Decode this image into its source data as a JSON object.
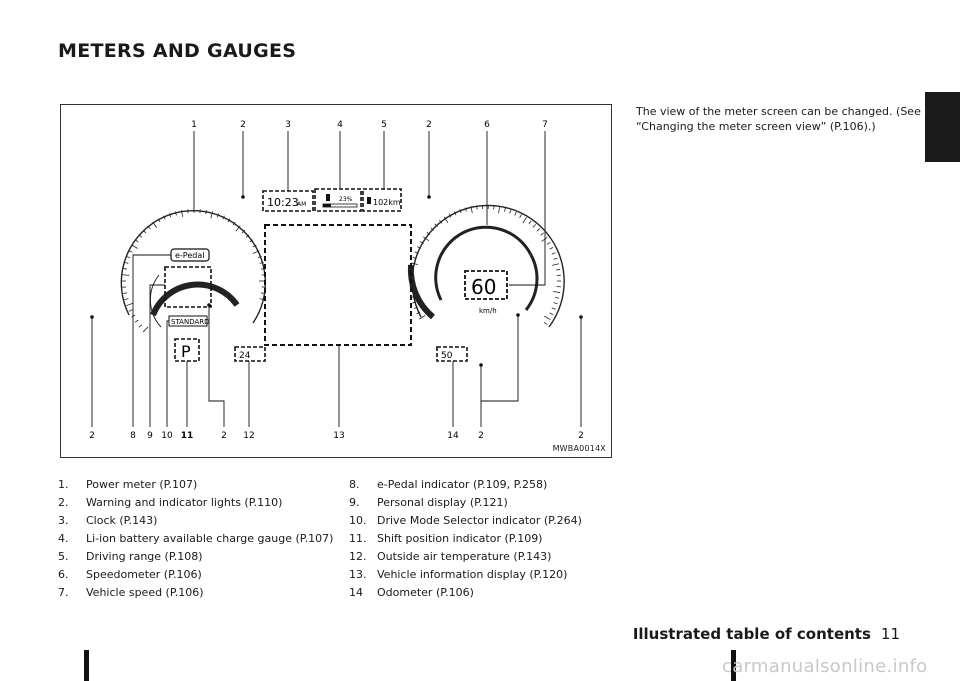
{
  "page": {
    "title": "METERS AND GAUGES",
    "footer_section": "Illustrated table of contents",
    "page_number": "11",
    "watermark": "carmanualsonline.info"
  },
  "side_note": "The view of the meter screen can be changed. (See “Changing the meter screen view” (P.106).)",
  "figure": {
    "code": "MWBA0014X",
    "clock": "10:23",
    "clock_suffix": "AM",
    "battery_pct": "23%",
    "range": "102km",
    "speed": "60",
    "speed_unit": "km/h",
    "epedal": "e-Pedal",
    "drive_mode": "STANDARD",
    "shift": "P",
    "temperature": "24",
    "odometer": "50",
    "top_callouts": [
      "1",
      "2",
      "3",
      "4",
      "5",
      "2",
      "6",
      "7"
    ],
    "bottom_callouts": [
      "2",
      "8",
      "9",
      "10",
      "11",
      "2",
      "12",
      "13",
      "14",
      "2",
      "2"
    ]
  },
  "legend_left": [
    {
      "num": "1.",
      "text": "Power meter (P.107)"
    },
    {
      "num": "2.",
      "text": "Warning and indicator lights (P.110)"
    },
    {
      "num": "3.",
      "text": "Clock (P.143)"
    },
    {
      "num": "4.",
      "text": "Li-ion battery available charge gauge (P.107)"
    },
    {
      "num": "5.",
      "text": "Driving range (P.108)"
    },
    {
      "num": "6.",
      "text": "Speedometer (P.106)"
    },
    {
      "num": "7.",
      "text": "Vehicle speed (P.106)"
    }
  ],
  "legend_right": [
    {
      "num": "8.",
      "text": "e-Pedal indicator (P.109, P.258)"
    },
    {
      "num": "9.",
      "text": "Personal display (P.121)"
    },
    {
      "num": "10.",
      "text": "Drive Mode Selector indicator (P.264)"
    },
    {
      "num": "11.",
      "text": "Shift position indicator (P.109)"
    },
    {
      "num": "12.",
      "text": "Outside air temperature (P.143)"
    },
    {
      "num": "13.",
      "text": "Vehicle information display (P.120)"
    },
    {
      "num": "14",
      "text": "Odometer (P.106)"
    }
  ]
}
